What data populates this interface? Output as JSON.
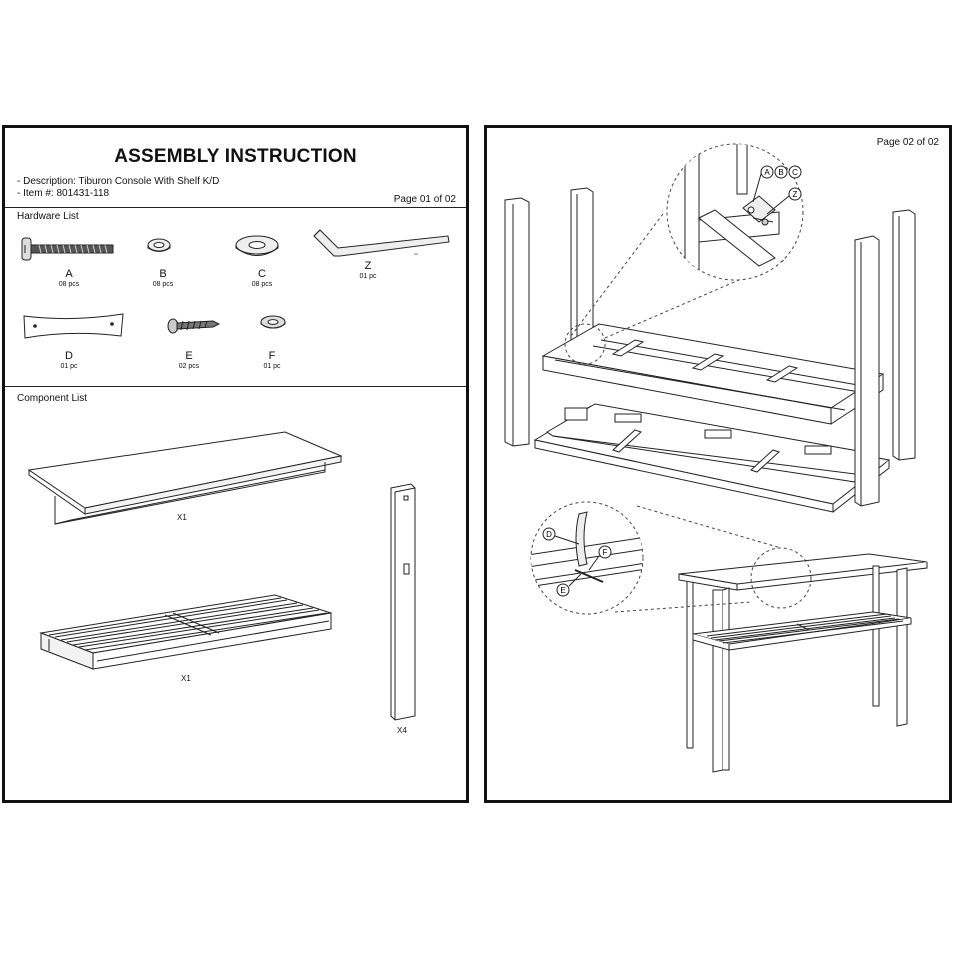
{
  "page1": {
    "title": "ASSEMBLY INSTRUCTION",
    "description": "- Description: Tiburon Console With Shelf K/D",
    "item": "- Item #:  801431-118",
    "page_number": "Page 01 of 02",
    "hardware_heading": "Hardware List",
    "hardware": [
      {
        "letter": "A",
        "qty": "08 pcs",
        "icon": "bolt-icon"
      },
      {
        "letter": "B",
        "qty": "08 pcs",
        "icon": "lock-washer-icon"
      },
      {
        "letter": "C",
        "qty": "08 pcs",
        "icon": "flat-washer-icon"
      },
      {
        "letter": "Z",
        "qty": "01 pc",
        "icon": "allen-key-icon"
      },
      {
        "letter": "D",
        "qty": "01 pc",
        "icon": "bracket-plate-icon"
      },
      {
        "letter": "E",
        "qty": "02 pcs",
        "icon": "wood-screw-icon"
      },
      {
        "letter": "F",
        "qty": "01 pc",
        "icon": "small-washer-icon"
      }
    ],
    "component_heading": "Component List",
    "components": [
      {
        "qty": "X1",
        "icon": "table-top-icon"
      },
      {
        "qty": "X1",
        "icon": "slatted-shelf-icon"
      },
      {
        "qty": "X4",
        "icon": "leg-icon"
      }
    ]
  },
  "page2": {
    "page_number": "Page 02 of 02",
    "callouts_top": [
      "A",
      "B",
      "C",
      "Z"
    ],
    "callouts_bottom": [
      "D",
      "F",
      "E"
    ]
  }
}
